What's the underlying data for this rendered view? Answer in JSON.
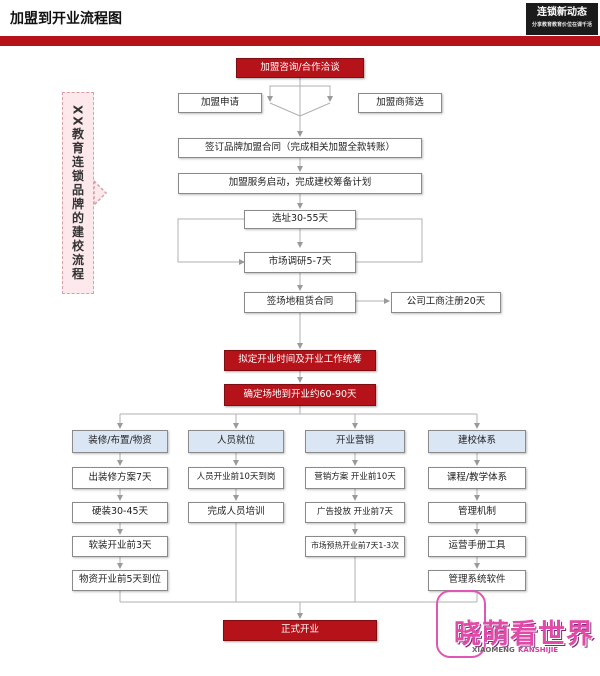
{
  "header": {
    "title": "加盟到开业流程图",
    "logo_line1": "连锁新动态",
    "logo_line2": "分享教育教育价位在课千活"
  },
  "side_label": "XX教育连锁品牌的建校流程",
  "colors": {
    "accent_red": "#b51219",
    "light_blue": "#dbe6f4",
    "side_pink": "#fde9ec"
  },
  "flow": {
    "consult": "加盟咨询/合作洽谈",
    "apply": "加盟申请",
    "screen": "加盟商筛选",
    "contract": "签订品牌加盟合同（完成相关加盟全款转账）",
    "service": "加盟服务启动，完成建校筹备计划",
    "site": "选址30-55天",
    "research": "市场调研5-7天",
    "lease": "签场地租赁合同",
    "register": "公司工商注册20天",
    "plan": "拟定开业时间及开业工作统筹",
    "window": "确定场地到开业约60-90天"
  },
  "columns": [
    {
      "head": "装修/布置/物资",
      "items": [
        "出装修方案7天",
        "硬装30-45天",
        "软装开业前3天",
        "物资开业前5天到位"
      ]
    },
    {
      "head": "人员就位",
      "items": [
        "人员开业前10天到岗",
        "完成人员培训"
      ]
    },
    {
      "head": "开业营销",
      "items": [
        "营销方案 开业前10天",
        "广告投放 开业前7天",
        "市场预热开业前7天1-3次"
      ]
    },
    {
      "head": "建校体系",
      "items": [
        "课程/教学体系",
        "管理机制",
        "运营手册工具",
        "管理系统软件"
      ]
    }
  ],
  "final": "正式开业",
  "watermark": {
    "main": "晓萌看世界",
    "sub1": "XIAOMENG",
    "sub2": "KANSHIJIE"
  }
}
